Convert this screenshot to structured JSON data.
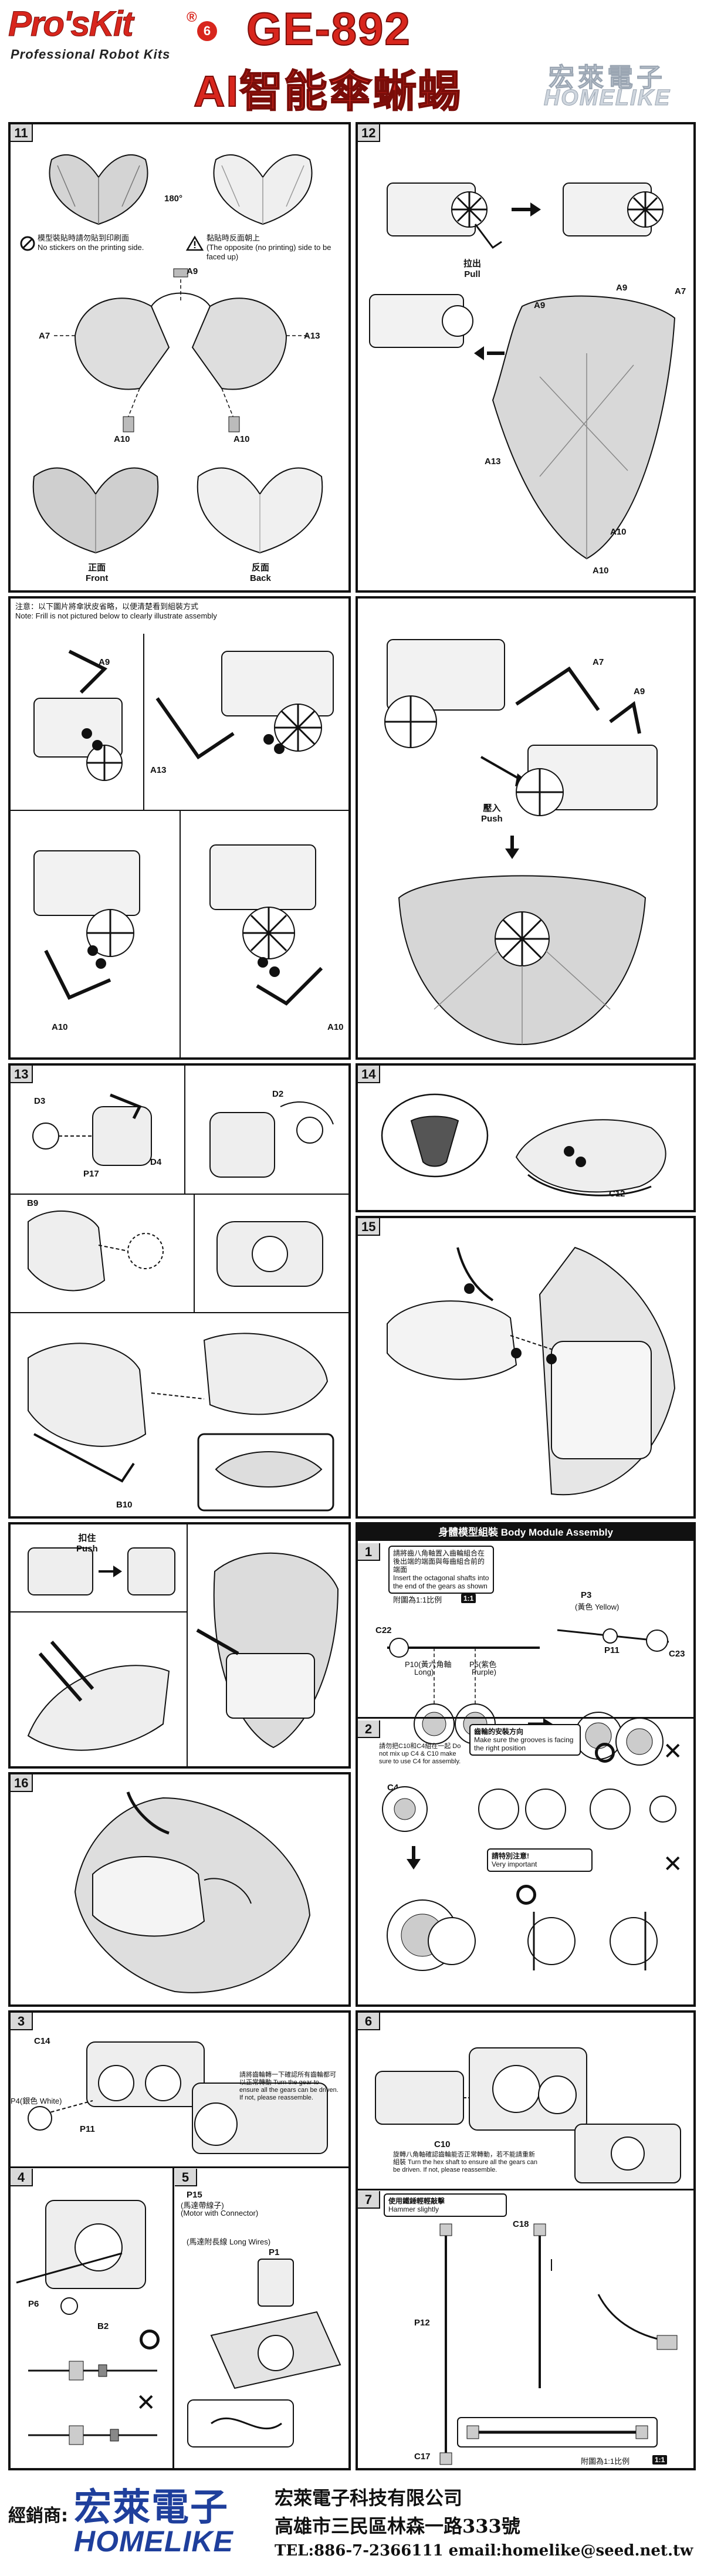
{
  "header": {
    "brand": "Pro'sKit",
    "brand_sup": "®",
    "page_number": "6",
    "tagline": "Professional Robot Kits",
    "model": "GE-892",
    "product_name": "AI智能傘蜥蜴",
    "logo_cn": "宏萊電子",
    "logo_en": "HOMELIKE"
  },
  "steps": {
    "s11": {
      "number": "11",
      "sticker_no": "模型裝貼時請勿貼到印刷面",
      "sticker_no_en": "No stickers on the printing side.",
      "sticker_side": "黏貼時反面朝上",
      "sticker_side_en": "(The opposite (no printing) side to be faced up)",
      "rotate": "180°",
      "labels": [
        "A9",
        "A7",
        "A13",
        "A10",
        "A10"
      ],
      "front_cn": "正面",
      "front_en": "Front",
      "back_cn": "反面",
      "back_en": "Back"
    },
    "s12": {
      "number": "12",
      "pull_cn": "拉出",
      "pull_en": "Pull",
      "labels": [
        "A9",
        "A9",
        "A7",
        "A13",
        "A10",
        "A10"
      ]
    },
    "s_frill": {
      "note_cn": "注意：以下圖片將傘狀皮省略，以便清楚看到組裝方式",
      "note_en": "Note: Frill is not pictured below to clearly illustrate assembly",
      "labels": [
        "A9",
        "A13",
        "A10",
        "A10",
        "A7",
        "A9"
      ],
      "push_cn": "壓入",
      "push_en": "Push"
    },
    "s13": {
      "number": "13",
      "labels": [
        "D3",
        "D4",
        "P17",
        "D2",
        "B9",
        "B10"
      ]
    },
    "s14": {
      "number": "14",
      "labels": [
        "C12"
      ]
    },
    "s15": {
      "number": "15"
    },
    "s_push": {
      "push_cn": "扣住",
      "push_en": "Push"
    },
    "s16": {
      "number": "16"
    },
    "body": {
      "title": "身體模型組裝 Body Module Assembly",
      "s1": {
        "number": "1",
        "callout": "請將齒八角軸置入齒輪組合在後出端的端面與每齒組合前的端面",
        "callout_en": "Insert the octagonal shafts into the end of the gears as shown",
        "scale": "附圖為1:1比例",
        "scale_tag": "1:1",
        "labels": [
          "P3",
          "(黃色 Yellow)",
          "C22",
          "P10(黃六角軸",
          "Long)",
          "P5(紫色",
          "Purple)",
          "P11",
          "C23"
        ]
      },
      "s2": {
        "number": "2",
        "note_left": "請勿把C10和C4組在一起 Do not mix up C4 & C10 make sure to use C4 for assembly.",
        "label_c4": "C4",
        "direction_cn": "齒輪的安裝方向",
        "direction_en": "Make sure the grooves is facing the right position",
        "important_cn": "請特別注意!",
        "important_en": "Very important"
      },
      "s3": {
        "number": "3",
        "labels": [
          "C14",
          "P4(銀色 White)",
          "P11"
        ],
        "note": "請將齒輪轉一下確認所有齒輪都可以正常轉動 Turn the gear to ensure all the gears can be driven. If not, please reassemble."
      },
      "s4": {
        "number": "4",
        "labels": [
          "P6",
          "B2"
        ]
      },
      "s5": {
        "number": "5",
        "labels": [
          "P15",
          "(馬達帶線子)",
          "(Motor with Connector)",
          "P1",
          "(馬達附長線 Long Wires)"
        ]
      },
      "s6": {
        "number": "6",
        "labels": [
          "C10"
        ],
        "note": "旋轉八角軸確認齒輪能否正常轉動，若不能請重新組裝 Turn the hex shaft to ensure all the gears can be driven. If not, please reassemble."
      },
      "s7": {
        "number": "7",
        "hammer_cn": "使用鐵錘輕輕敲擊",
        "hammer_en": "Hammer slightly",
        "labels": [
          "C18",
          "P12",
          "C17"
        ],
        "scale": "附圖為1:1比例",
        "scale_tag": "1:1"
      }
    }
  },
  "footer": {
    "distributor": "經銷商:",
    "logo_cn": "宏萊電子",
    "logo_en": "HOMELIKE",
    "company": "宏萊電子科技有限公司",
    "address": "高雄市三民區林森一路333號",
    "contact": "TEL:886-7-2366111   email:homelike@seed.net.tw"
  }
}
